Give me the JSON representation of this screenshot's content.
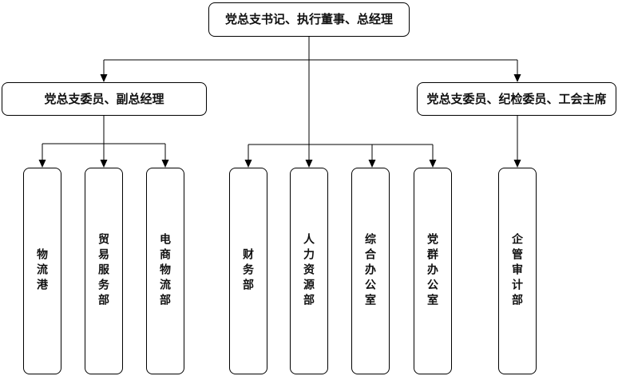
{
  "org": {
    "root": {
      "label": "党总支书记、执行董事、总经理"
    },
    "managers": [
      {
        "label": "党总支委员、副总经理"
      },
      {
        "label": "党总支委员、纪检委员、工会主席"
      }
    ],
    "departments": [
      {
        "label": "物流港"
      },
      {
        "label": "贸易服务部"
      },
      {
        "label": "电商物流部"
      },
      {
        "label": "财务部"
      },
      {
        "label": "人力资源部"
      },
      {
        "label": "综合办公室"
      },
      {
        "label": "党群办公室"
      },
      {
        "label": "企管审计部"
      }
    ],
    "colors": {
      "line": "#000000",
      "border": "#000000",
      "text": "#111111",
      "background": "#ffffff"
    }
  }
}
